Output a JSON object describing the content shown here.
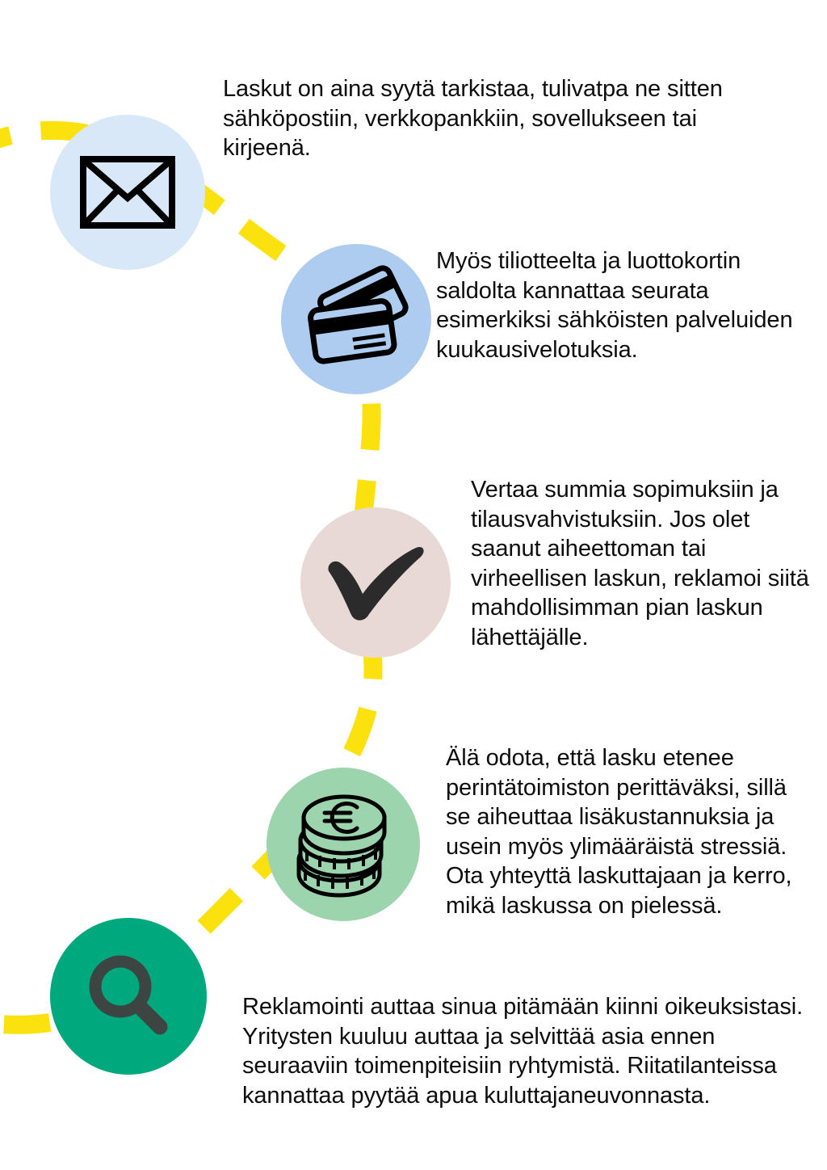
{
  "page": {
    "background_color": "#ffffff",
    "text_color": "#0d0d0d",
    "path_color": "#fbe20f",
    "language": "fi"
  },
  "steps": [
    {
      "index": 1,
      "icon": "envelope-icon",
      "icon_label": "envelope",
      "circle_color": "#d9e8f8",
      "text": "Laskut on aina syytä tarkistaa, tulivatpa ne sitten sähköpostiin, verkkopankkiin, sovellukseen tai kirjeenä."
    },
    {
      "index": 2,
      "icon": "credit-cards-icon",
      "icon_label": "credit cards",
      "circle_color": "#aecbf0",
      "text": "Myös tiliotteelta ja luottokortin saldolta kannattaa seurata esimerkiksi sähköisten palveluiden kuukausivelotuksia."
    },
    {
      "index": 3,
      "icon": "checkmark-icon",
      "icon_label": "check mark",
      "circle_color": "#e8d9d7",
      "text": "Vertaa summia sopimuksiin ja tilausvahvistuksiin. Jos olet saanut aiheettoman tai virheellisen laskun, reklamoi siitä mahdollisimman pian laskun lähettäjälle."
    },
    {
      "index": 4,
      "icon": "euro-coins-icon",
      "icon_label": "stack of euro coins",
      "circle_color": "#9bd4ad",
      "text": "Älä odota, että lasku etenee perintätoimiston perittäväksi, sillä se aiheuttaa lisäkustannuksia ja usein myös ylimääräistä stressiä. Ota yhteyttä laskuttajaan ja kerro, mikä laskussa on pielessä."
    },
    {
      "index": 5,
      "icon": "magnifier-icon",
      "icon_label": "magnifying glass",
      "circle_color": "#00a87e",
      "text": "Reklamointi auttaa sinua pitämään kiinni oikeuksistasi. Yritysten kuuluu auttaa ja selvittää asia ennen seuraaviin toimenpiteisiin ryhtymistä. Riitatilanteissa kannattaa pyytää apua kuluttajaneuvonnasta."
    }
  ]
}
